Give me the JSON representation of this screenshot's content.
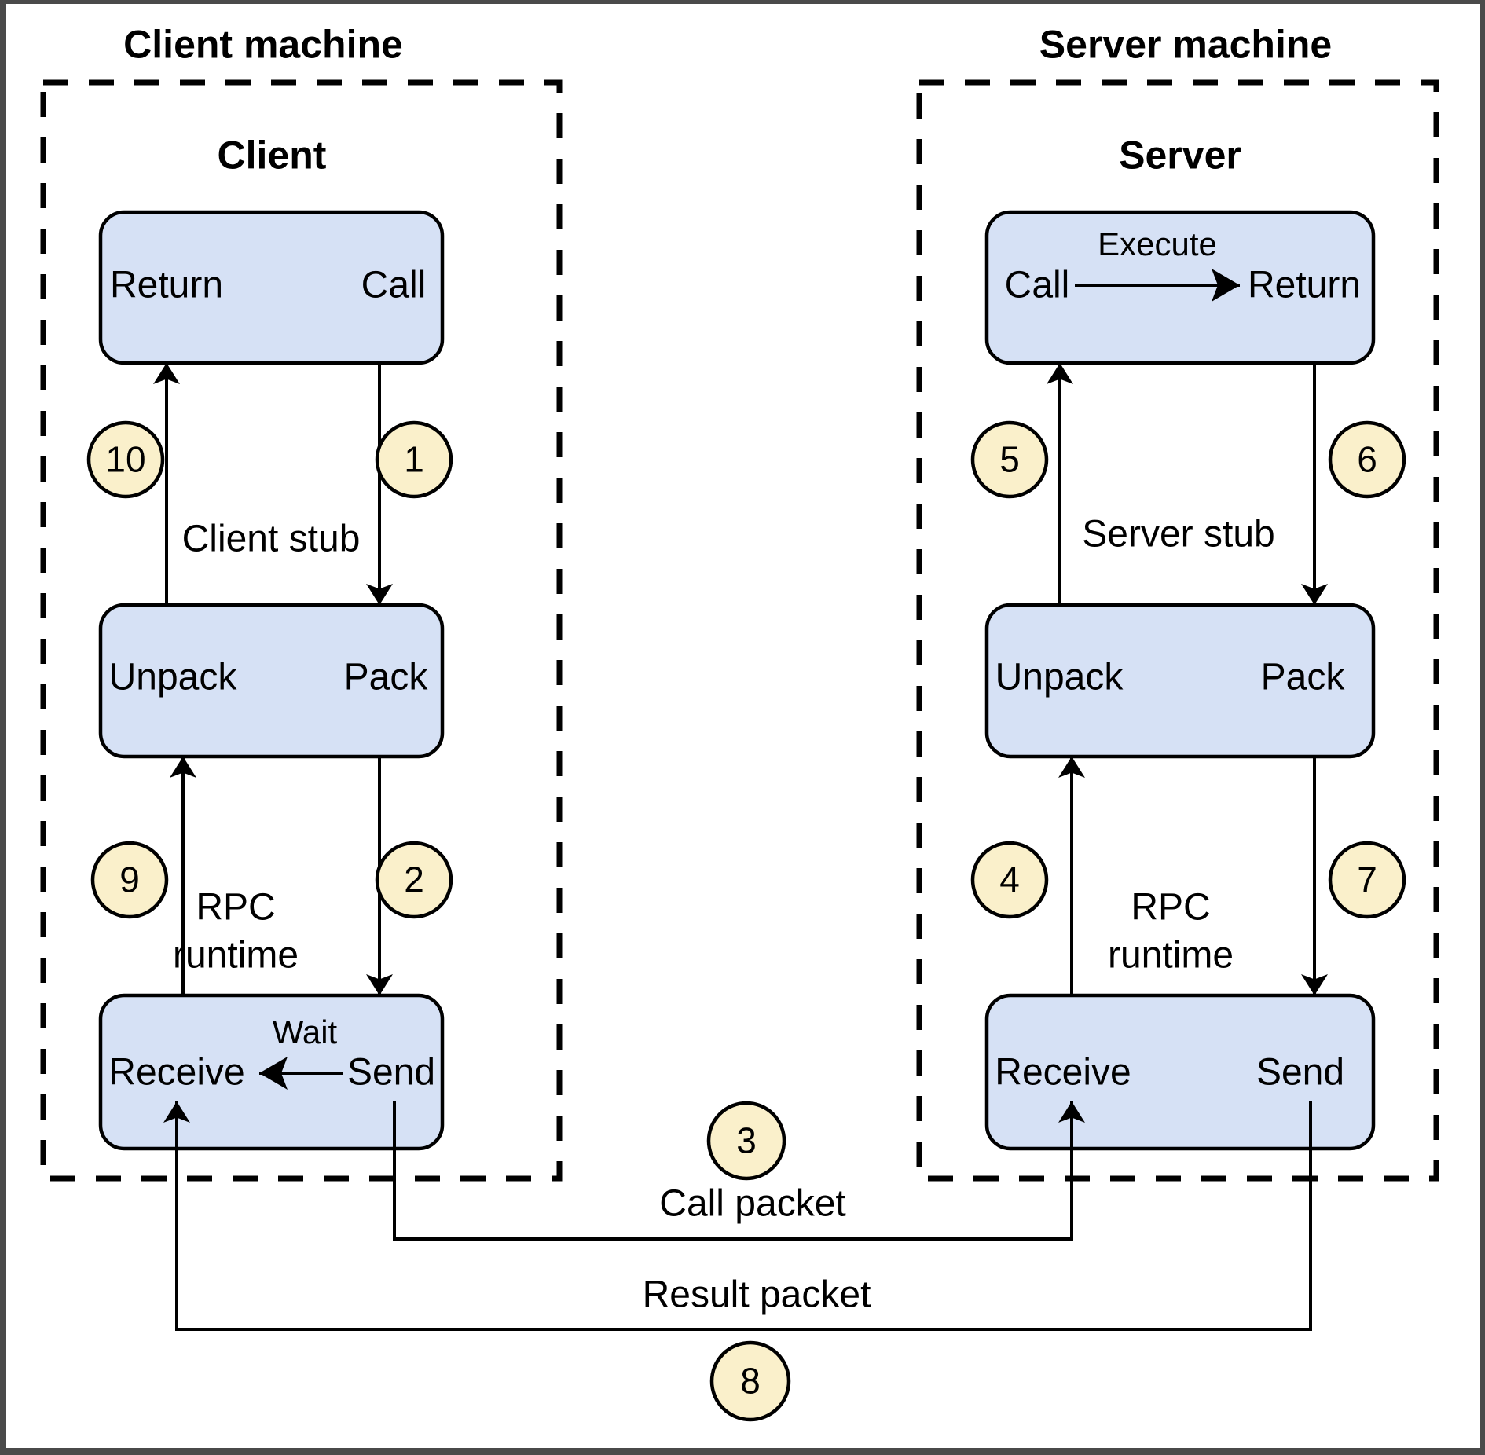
{
  "client": {
    "machine_title": "Client machine",
    "process_label": "Client",
    "stub_label": "Client stub",
    "runtime_label": "RPC runtime",
    "app_box": {
      "left": "Return",
      "right": "Call"
    },
    "stub_box": {
      "left": "Unpack",
      "right": "Pack"
    },
    "runtime_box": {
      "left": "Receive",
      "right": "Send",
      "annotation": "Wait"
    }
  },
  "server": {
    "machine_title": "Server machine",
    "process_label": "Server",
    "stub_label": "Server stub",
    "runtime_label": "RPC runtime",
    "app_box": {
      "left": "Call",
      "right": "Return",
      "annotation": "Execute"
    },
    "stub_box": {
      "left": "Unpack",
      "right": "Pack"
    },
    "runtime_box": {
      "left": "Receive",
      "right": "Send"
    }
  },
  "packets": {
    "call": "Call packet",
    "result": "Result packet"
  },
  "steps": {
    "s1": "1",
    "s2": "2",
    "s3": "3",
    "s4": "4",
    "s5": "5",
    "s6": "6",
    "s7": "7",
    "s8": "8",
    "s9": "9",
    "s10": "10"
  },
  "colors": {
    "box_fill": "#d6e1f5",
    "circle_fill": "#faf0cb",
    "line_color": "#000000",
    "frame_color": "#4a4a4a",
    "bg_color": "#ffffff"
  }
}
